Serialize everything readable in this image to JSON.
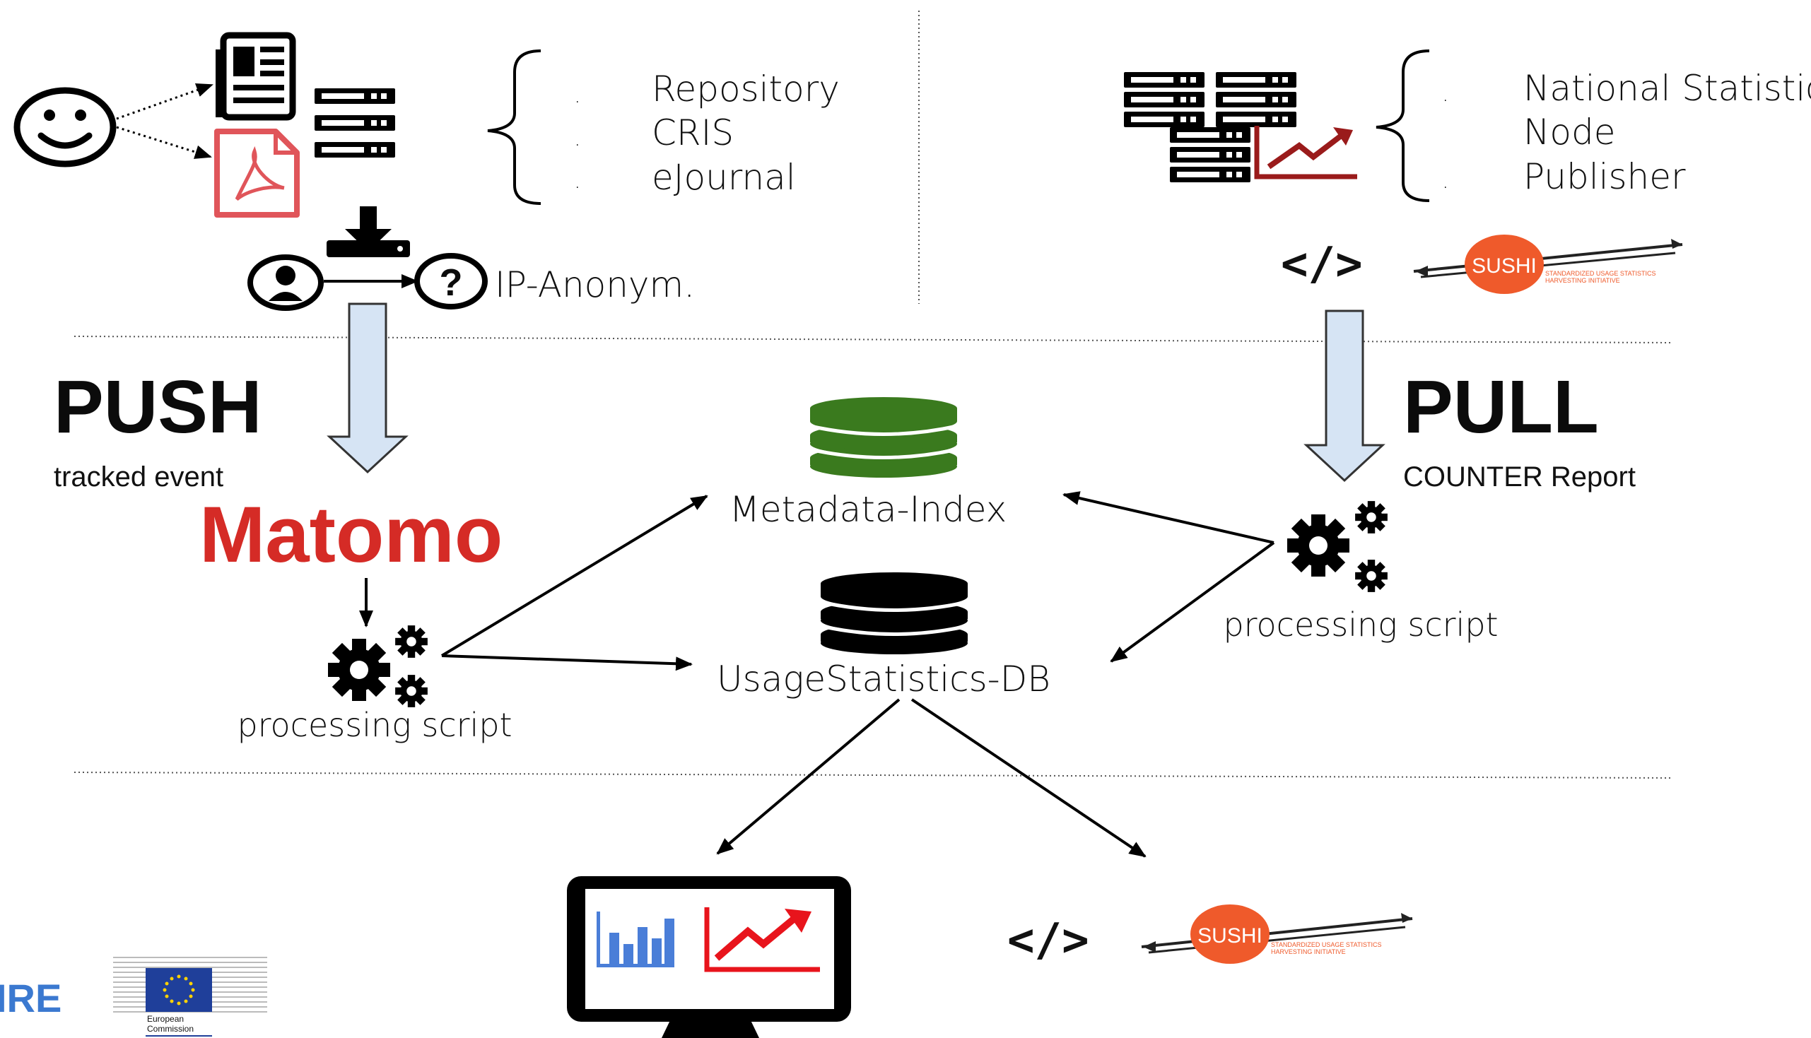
{
  "sources_left": {
    "items": [
      "Repository",
      "CRIS",
      "eJournal"
    ],
    "bullet": "."
  },
  "sources_right": {
    "items": [
      "National Statistics",
      "Node",
      "Publisher"
    ],
    "bullet": "."
  },
  "ip_label": "IP-Anonym.",
  "push": {
    "title": "PUSH",
    "subtitle": "tracked event"
  },
  "pull": {
    "title": "PULL",
    "subtitle": "COUNTER Report"
  },
  "matomo_logo_text": "Matomo",
  "metadata_index_label": "Metadata-Index",
  "usage_db_label": "UsageStatistics-DB",
  "processing_left": "processing script",
  "processing_right": "processing script",
  "code_symbol": "</>",
  "sushi_badge": "SUSHI",
  "sushi_caption_1": "STANDARDIZED USAGE STATISTICS",
  "sushi_caption_2": "HARVESTING INITIATIVE",
  "openaire_fragment": "IRE",
  "ec_caption_1": "European",
  "ec_caption_2": "Commission",
  "colors": {
    "matomo_red": "#d52b26",
    "db_green": "#3a7a1e",
    "arrow_fill": "#d6e4f4",
    "sushi_orange": "#ef5a2b",
    "chart_blue": "#4a7ed8",
    "chart_red": "#e8141c",
    "pdf_red": "#e0555a",
    "eu_blue": "#1f3f9a",
    "eu_star": "#ffd200"
  },
  "icons": [
    "smiley-icon",
    "newspaper-icon",
    "pdf-icon",
    "server-icon",
    "download-icon",
    "user-icon",
    "question-icon",
    "gears-icon",
    "database-icon",
    "monitor-icon",
    "bar-chart-icon",
    "trend-chart-icon",
    "eu-flag-icon"
  ]
}
